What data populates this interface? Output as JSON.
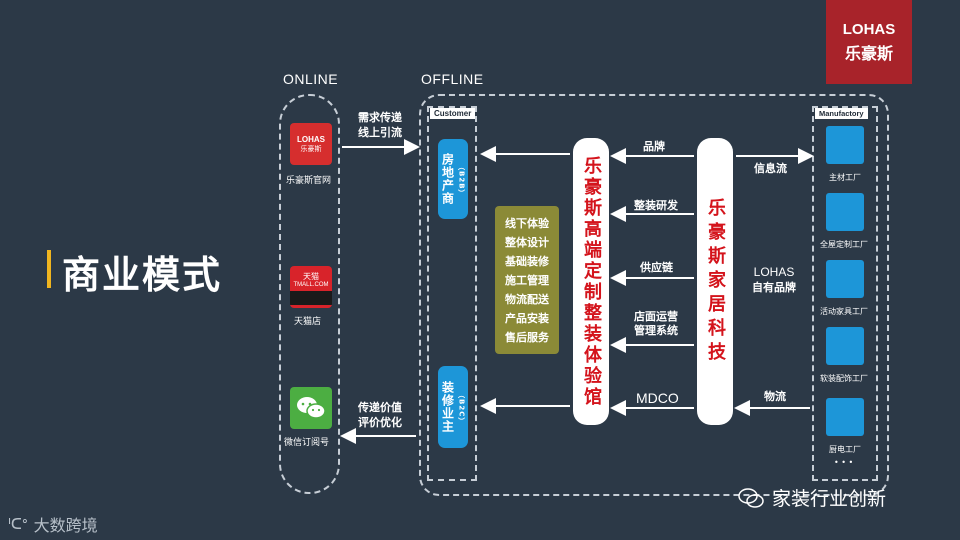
{
  "title": "商业模式",
  "brand": {
    "en": "LOHAS",
    "cn": "乐豪斯"
  },
  "headers": {
    "online": "ONLINE",
    "offline": "OFFLINE"
  },
  "online": [
    {
      "icon": "lohas-logo-icon",
      "logo_en": "LOHAS",
      "logo_cn": "乐豪斯",
      "label": "乐豪斯官网"
    },
    {
      "icon": "tmall-logo-icon",
      "logo_cn": "天猫",
      "logo_en": "TMALL.COM",
      "label": "天猫店"
    },
    {
      "icon": "wechat-logo-icon",
      "label": "微信订阅号"
    }
  ],
  "online_arrows": [
    {
      "line1": "需求传递",
      "line2": "线上引流"
    },
    {
      "line1": "传递价值",
      "line2": "评价优化"
    }
  ],
  "customer": {
    "tag": "Customer",
    "groups": [
      {
        "label": "房地产商",
        "sub": "（B2B）"
      },
      {
        "label": "装修业主",
        "sub": "（B2C）"
      }
    ]
  },
  "services": [
    "线下体验",
    "整体设计",
    "基础装修",
    "施工管理",
    "物流配送",
    "产品安装",
    "售后服务"
  ],
  "center_left": "乐豪斯高端定制整装体验馆",
  "center_right": "乐豪斯家居科技",
  "middle_flows": [
    "品牌",
    "整装研发",
    "供应链",
    "店面运营",
    "管理系统",
    "MDCO"
  ],
  "right_flows": {
    "info": "信息流",
    "lohas_line1": "LOHAS",
    "lohas_line2": "自有品牌",
    "logistics": "物流"
  },
  "manufactory": {
    "tag": "Manufactory",
    "factories": [
      "主材工厂",
      "全屋定制工厂",
      "活动家具工厂",
      "软装配饰工厂",
      "厨电工厂"
    ],
    "more": "• • •"
  },
  "footer_left": "大数跨境",
  "footer_right": "家装行业创新",
  "colors": {
    "background": "#2c3947",
    "accent_red": "#a8232a",
    "blue": "#1d96d8",
    "olive": "#8b8a37",
    "title_bar": "#f0b51f"
  }
}
